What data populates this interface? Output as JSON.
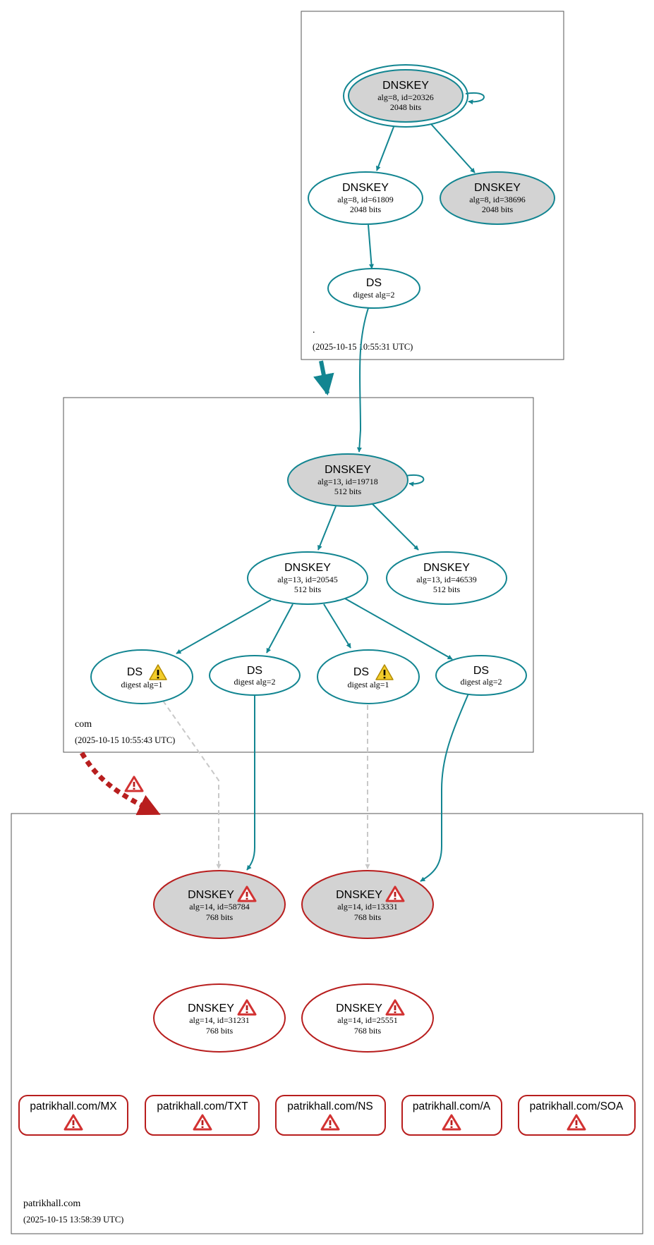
{
  "colors": {
    "secure": "#128591",
    "bogus": "#b81e1e",
    "insecure_dashed": "#c8c8c8",
    "sep_fill": "#d3d3d3",
    "warning": "#f2cc2a",
    "error": "#d23232"
  },
  "zones": {
    "root": {
      "name": ".",
      "timestamp": "(2025-10-15 10:55:31 UTC)"
    },
    "com": {
      "name": "com",
      "timestamp": "(2025-10-15 10:55:43 UTC)"
    },
    "patrikhall": {
      "name": "patrikhall.com",
      "timestamp": "(2025-10-15 13:58:39 UTC)"
    }
  },
  "nodes": {
    "root_ksk": {
      "title": "DNSKEY",
      "line1": "alg=8, id=20326",
      "line2": "2048 bits"
    },
    "root_zsk": {
      "title": "DNSKEY",
      "line1": "alg=8, id=61809",
      "line2": "2048 bits"
    },
    "root_ksk2": {
      "title": "DNSKEY",
      "line1": "alg=8, id=38696",
      "line2": "2048 bits"
    },
    "root_ds": {
      "title": "DS",
      "line1": "digest alg=2"
    },
    "com_ksk": {
      "title": "DNSKEY",
      "line1": "alg=13, id=19718",
      "line2": "512 bits"
    },
    "com_zsk": {
      "title": "DNSKEY",
      "line1": "alg=13, id=20545",
      "line2": "512 bits"
    },
    "com_zsk2": {
      "title": "DNSKEY",
      "line1": "alg=13, id=46539",
      "line2": "512 bits"
    },
    "com_ds1": {
      "title": "DS",
      "line1": "digest alg=1",
      "icon": "warning-icon"
    },
    "com_ds2": {
      "title": "DS",
      "line1": "digest alg=2"
    },
    "com_ds3": {
      "title": "DS",
      "line1": "digest alg=1",
      "icon": "warning-icon"
    },
    "com_ds4": {
      "title": "DS",
      "line1": "digest alg=2"
    },
    "ph_key1": {
      "title": "DNSKEY",
      "line1": "alg=14, id=58784",
      "line2": "768 bits",
      "icon": "error-icon"
    },
    "ph_key2": {
      "title": "DNSKEY",
      "line1": "alg=14, id=13331",
      "line2": "768 bits",
      "icon": "error-icon"
    },
    "ph_key3": {
      "title": "DNSKEY",
      "line1": "alg=14, id=31231",
      "line2": "768 bits",
      "icon": "error-icon"
    },
    "ph_key4": {
      "title": "DNSKEY",
      "line1": "alg=14, id=25551",
      "line2": "768 bits",
      "icon": "error-icon"
    }
  },
  "rrsets": [
    {
      "label": "patrikhall.com/MX",
      "icon": "error-icon"
    },
    {
      "label": "patrikhall.com/TXT",
      "icon": "error-icon"
    },
    {
      "label": "patrikhall.com/NS",
      "icon": "error-icon"
    },
    {
      "label": "patrikhall.com/A",
      "icon": "error-icon"
    },
    {
      "label": "patrikhall.com/SOA",
      "icon": "error-icon"
    }
  ]
}
